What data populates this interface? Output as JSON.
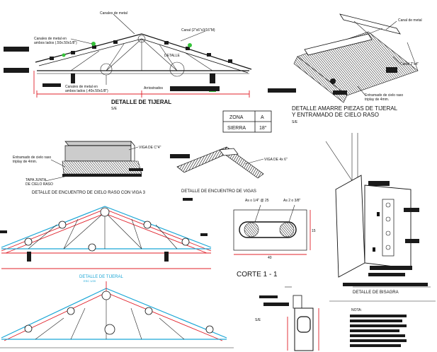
{
  "labels": {
    "chapa_metal_top": "Canales de metal",
    "canales_ambos_top_1": "Canales de metal en",
    "canales_ambos_top_2": "ambos lados (.50x.50x1/8\")",
    "canal_right": "Canal (2\"x6\"x3/16\"M)",
    "detalle_a": "DETALLE",
    "canales_ambos_bot_1": "Canales de metal en",
    "canales_ambos_bot_2": "ambos lados (.40x.50x1/8\")",
    "arriostrados": "Arriostrados",
    "detalle_tijeral": "DETALLE DE TIJERAL",
    "detalle_tijeral_scale": "S/E",
    "canal_metal_iso": "Canal de metal",
    "canal_2": "Canal 2\"x4\"",
    "entramado_1": "Entramado de cielo raso",
    "entramado_2": "triplay de 4mm.",
    "detalle_amarre_1": "DETALLE  AMARRE  PIEZAS DE TIJERAL",
    "detalle_amarre_2": "Y ENTRAMADO DE CIELO RASO",
    "detalle_amarre_scale": "S/E",
    "viga_label_1": "VIGA DE C\"4\"",
    "entramado_left_1": "Entramado de cielo raso",
    "entramado_left_2": "triplay de 4mm.",
    "tapa_junta_1": "TAPA JUNTA",
    "tapa_junta_2": "DE CIELO RASO",
    "detalle_encuentro_cielo": "DETALLE DE ENCUENTRO DE CIELO RASO CON VIGA 3",
    "viga_label_2": "VIGA DE 4x 6\"",
    "detalle_encuentro_vigas": "DETALLE DE ENCUENTRO DE VIGAS",
    "corte_dim_1": "As o 1/4\" @ 25",
    "corte_dim_2": "As 2 o 3/8\"",
    "corte_dim_side": "15",
    "corte_dim_bottom": "40",
    "corte_title": "CORTE  1 - 1",
    "detalle_tijeral_small": "DETALLE DE TIJERAL",
    "detalle_tijeral_small_scale": "ESC 1/20",
    "detalle_bisagra": "DETALLE DE BISAGRA",
    "se_bottom": "S/E",
    "nota": "NOTA:"
  },
  "table": {
    "rows": [
      {
        "k": "ZONA",
        "v": "A"
      },
      {
        "k": "SIERRA",
        "v": "18°"
      }
    ]
  }
}
